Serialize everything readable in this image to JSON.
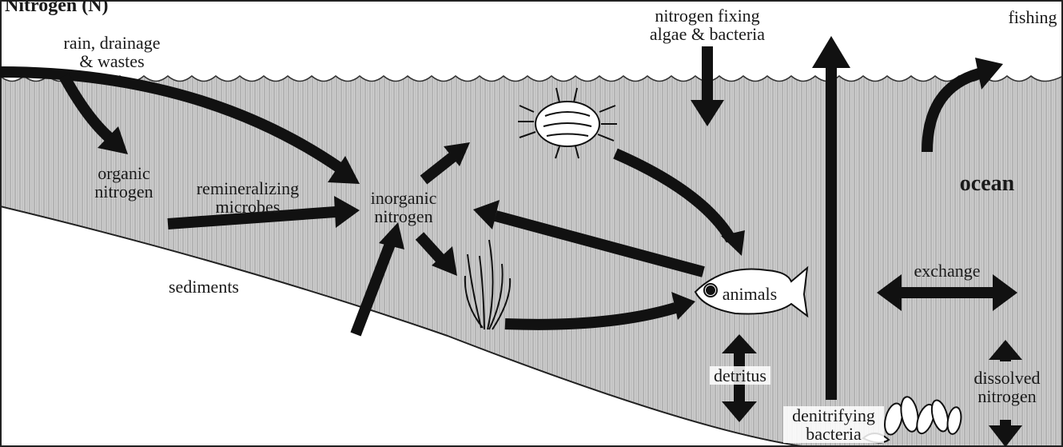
{
  "title": "Nitrogen (N)",
  "labels": {
    "rain": "rain, drainage\n& wastes",
    "organic": "organic\nnitrogen",
    "remineralizing": "remineralizing\nmicrobes",
    "inorganic": "inorganic\nnitrogen",
    "fixing": "nitrogen fixing\nalgae & bacteria",
    "fishing": "fishing",
    "ocean": "ocean",
    "sediments": "sediments",
    "animals": "animals",
    "exchange": "exchange",
    "detritus": "detritus",
    "dissolved": "dissolved\nnitrogen",
    "denitrifying": "denitrifying\nbacteria"
  },
  "colors": {
    "ink": "#111111",
    "water": "#c4c4c4",
    "sediment": "#ffffff"
  },
  "icons": [
    "plankton-icon",
    "seagrass-icon",
    "fish-icon",
    "mussel-bed-icon"
  ]
}
